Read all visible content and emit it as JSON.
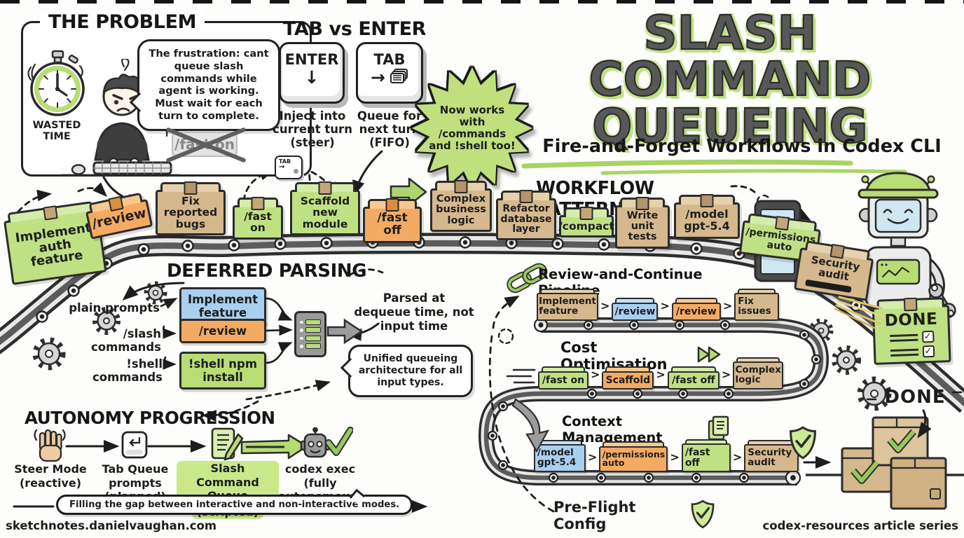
{
  "colors": {
    "green": "#bfe183",
    "orange": "#f3ab63",
    "tan": "#d5b88d",
    "blue": "#a9cff0",
    "accent_green": "#a9d465",
    "ink": "#1d1d1d",
    "title_gray": "#585858",
    "belt_gray": "#565656"
  },
  "icons": {
    "problem": "stopwatch-icon",
    "tab_key_extra": "pages-stack-icon",
    "pipeline_1": "chain-link-icon",
    "pipeline_2": "fast-forward-icon",
    "pipeline_3": "documents-icon",
    "preflight": "shield-check-icon",
    "context_shield": "shield-check-icon",
    "autonomy": [
      "hand-icon",
      "keycap-icon",
      "script-pencil-icon",
      "robot-head-icon",
      "check-icon"
    ],
    "right_side": [
      "robot-icon",
      "tablet-icon",
      "checked-boxes-icon"
    ]
  },
  "page": {
    "footer_left": "sketchnotes.danielvaughan.com",
    "footer_right": "codex-resources article series"
  },
  "title": {
    "line1": "SLASH COMMAND",
    "line2": "QUEUEING",
    "subtitle": "Fire-and-Forget Workflows in Codex CLI"
  },
  "problem": {
    "heading": "THE PROBLEM",
    "wasted_time": "WASTED TIME",
    "bubble": "The frustration: cant queue slash commands while agent is working. Must wait for each turn to complete.",
    "crossed_command": "/fast on"
  },
  "tab_vs_enter": {
    "heading": "TAB vs ENTER",
    "enter": {
      "label": "ENTER",
      "symbol": "↓",
      "caption": "Inject into current turn (steer)"
    },
    "tab": {
      "label": "TAB",
      "symbol": "→",
      "caption": "Queue for next turn (FIFO)"
    },
    "mini_key": {
      "label": "TAB",
      "symbol": "→"
    }
  },
  "starburst": {
    "text": "Now works with /commands and !shell too!"
  },
  "belt": {
    "boxes": [
      {
        "label": "Implement auth feature",
        "color": "green"
      },
      {
        "label": "/review",
        "color": "orange"
      },
      {
        "label": "Fix reported bugs",
        "color": "tan"
      },
      {
        "label": "/fast on",
        "color": "green"
      },
      {
        "label": "Scaffold new module",
        "color": "green"
      },
      {
        "label": "/fast off",
        "color": "orange"
      },
      {
        "label": "Complex business logic",
        "color": "tan"
      },
      {
        "label": "Refactor database layer",
        "color": "tan"
      },
      {
        "label": "/compact",
        "color": "green"
      },
      {
        "label": "Write unit tests",
        "color": "tan"
      },
      {
        "label": "/model gpt-5.4",
        "color": "tan"
      },
      {
        "label": "/permissions auto",
        "color": "green"
      },
      {
        "label": "Security audit",
        "color": "tan"
      }
    ]
  },
  "deferred": {
    "heading": "DEFERRED PARSING",
    "rows": [
      {
        "label": "plain prompts",
        "box": "Implement feature",
        "color": "blue"
      },
      {
        "label": "/slash commands",
        "box": "/review",
        "color": "orange"
      },
      {
        "label": "!shell commands",
        "box": "!shell npm install",
        "color": "green"
      }
    ],
    "note": "Parsed at dequeue time, not input time",
    "bubble": "Unified queueing architecture for all input types."
  },
  "workflow": {
    "heading": "WORKFLOW PATTERNS",
    "chevron": ">",
    "pipelines": [
      {
        "title": "Review-and-Continue Pipeline",
        "boxes": [
          {
            "label": "Implement feature",
            "color": "tan"
          },
          {
            "label": "/review",
            "color": "blue"
          },
          {
            "label": "/review",
            "color": "orange"
          },
          {
            "label": "Fix issues",
            "color": "tan"
          }
        ]
      },
      {
        "title": "Cost Optimisation",
        "boxes": [
          {
            "label": "/fast on",
            "color": "green"
          },
          {
            "label": "Scaffold",
            "color": "orange"
          },
          {
            "label": "/fast off",
            "color": "green"
          },
          {
            "label": "Complex logic",
            "color": "tan"
          }
        ]
      },
      {
        "title": "Context Management",
        "boxes": [
          {
            "label": "/model gpt-5.4",
            "color": "blue"
          },
          {
            "label": "/permissions auto",
            "color": "orange"
          },
          {
            "label": "/fast off",
            "color": "green"
          },
          {
            "label": "Security audit",
            "color": "tan"
          }
        ]
      }
    ],
    "preflight": "Pre-Flight Config"
  },
  "autonomy": {
    "heading": "AUTONOMY PROGRESSION",
    "stages": [
      {
        "label": "Steer Mode",
        "sub": "(reactive)"
      },
      {
        "label": "Tab Queue prompts",
        "sub": "(planned)"
      },
      {
        "label": "Slash Command Queue",
        "sub": "(scripted)"
      },
      {
        "label": "codex exec",
        "sub": "(fully autonomous)"
      }
    ],
    "gap_note": "Filling the gap between interactive and non-interactive modes."
  },
  "done": {
    "crate_label": "DONE",
    "label": "DONE",
    "check": "✓"
  }
}
